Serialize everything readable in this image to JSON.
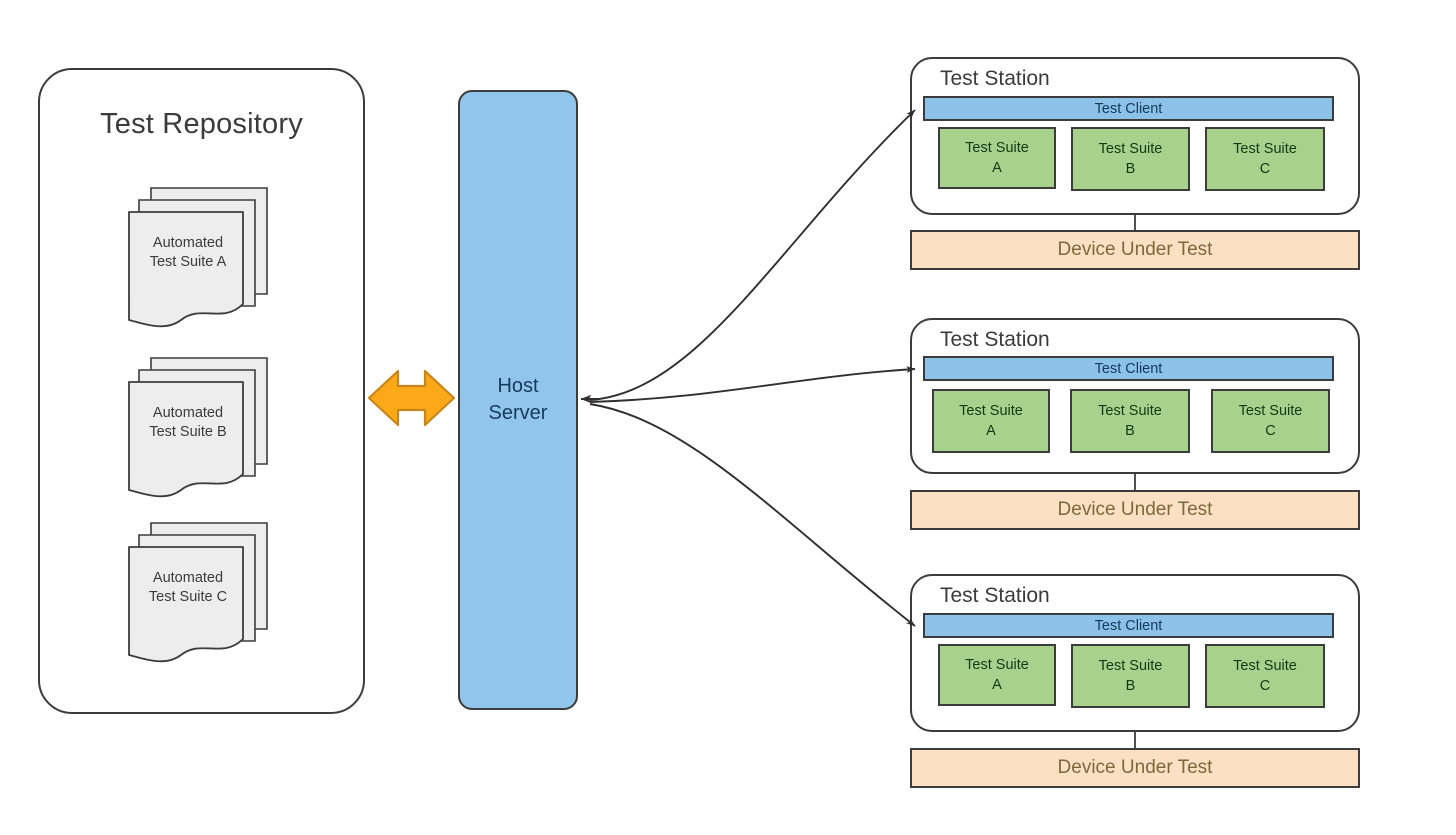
{
  "repository": {
    "title": "Test Repository",
    "documents": [
      {
        "line1": "Automated",
        "line2": "Test Suite A"
      },
      {
        "line1": "Automated",
        "line2": "Test Suite B"
      },
      {
        "line1": "Automated",
        "line2": "Test Suite C"
      }
    ]
  },
  "host": {
    "line1": "Host",
    "line2": "Server"
  },
  "stations": [
    {
      "title": "Test Station",
      "client": "Test Client",
      "suites": [
        {
          "line1": "Test Suite",
          "line2": "A"
        },
        {
          "line1": "Test Suite",
          "line2": "B"
        },
        {
          "line1": "Test Suite",
          "line2": "C"
        }
      ],
      "device": "Device Under Test"
    },
    {
      "title": "Test Station",
      "client": "Test Client",
      "suites": [
        {
          "line1": "Test Suite",
          "line2": "A"
        },
        {
          "line1": "Test Suite",
          "line2": "B"
        },
        {
          "line1": "Test Suite",
          "line2": "C"
        }
      ],
      "device": "Device Under Test"
    },
    {
      "title": "Test Station",
      "client": "Test Client",
      "suites": [
        {
          "line1": "Test Suite",
          "line2": "A"
        },
        {
          "line1": "Test Suite",
          "line2": "B"
        },
        {
          "line1": "Test Suite",
          "line2": "C"
        }
      ],
      "device": "Device Under Test"
    }
  ],
  "colors": {
    "host_fill": "#92C5EB",
    "client_fill": "#8CC1E8",
    "suite_fill": "#A9D18E",
    "device_fill": "#FBE0C4",
    "document_fill": "#EDEDED",
    "stroke": "#3c3c3c",
    "sync_arrow": "#FBA919",
    "sync_arrow_stroke": "#C8851A"
  },
  "connectors": {
    "sync_arrow": "bidirectional-arrow",
    "host_to_stations": "curved-arrows"
  }
}
